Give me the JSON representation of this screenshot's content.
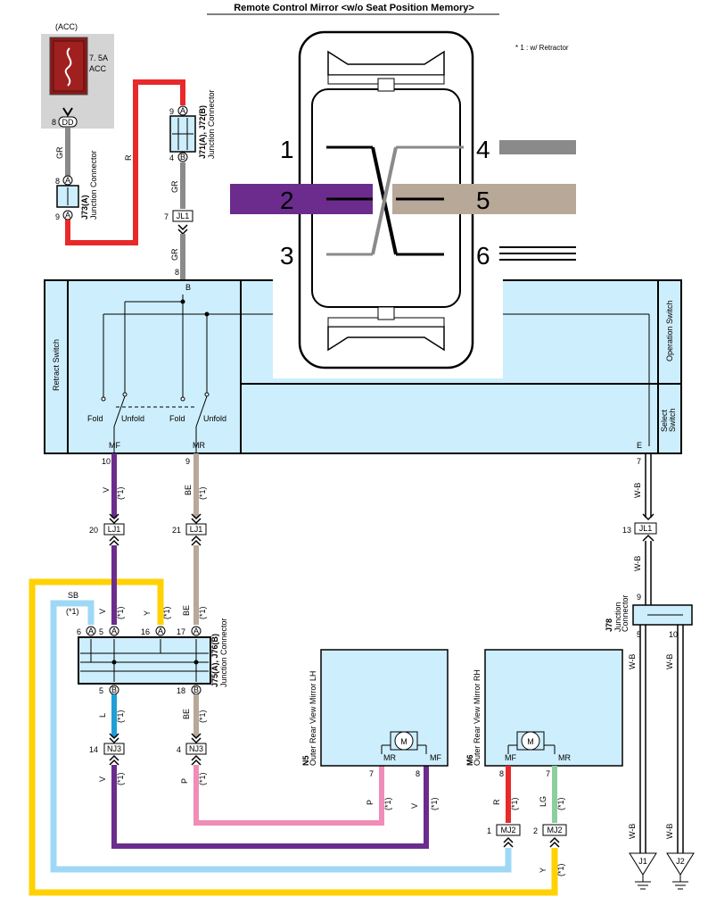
{
  "title": "Remote Control Mirror <w/o Seat Position Memory>",
  "fuse": {
    "acc_label": "(ACC)",
    "rating": "7. 5A",
    "name": "ACC",
    "pin": "8",
    "connector": "DD"
  },
  "footnote": "* 1 : w/ Retractor",
  "switch_pins": [
    "1",
    "2",
    "3",
    "4",
    "5",
    "6"
  ],
  "wire_colors": {
    "GR": "#8a8a8a",
    "R": "#e8292a",
    "V": "#6b2c8e",
    "BE": "#b8a898",
    "Y": "#ffd200",
    "SB": "#9ed8f5",
    "L": "#1f9fd8",
    "P": "#f08cb8",
    "LG": "#8ccf9e",
    "W_B": "#000000",
    "switch_bg": "#cdeefc",
    "purple_band": "#6b2c8e",
    "beige_band": "#b8a898",
    "gray_band": "#8a8a8a"
  },
  "junctions": {
    "j73": {
      "name": "J73(A)",
      "desc": "Junction Connector",
      "pin_top": "8",
      "pin_bot": "9",
      "letter": "A"
    },
    "j71": {
      "name": "J71(A), J72(B)",
      "desc": "Junction Connector",
      "pin_top": "9",
      "pin_bot": "4",
      "letter_top": "A",
      "letter_bot": "B"
    },
    "j75": {
      "name": "J75(A), J76(B)",
      "desc": "Junction Connector"
    },
    "j78": {
      "name": "J78",
      "desc": "Junction Connector",
      "pins": [
        "9",
        "5",
        "10"
      ]
    }
  },
  "connectors": {
    "jl1_top": {
      "label": "JL1",
      "pin": "7"
    },
    "lj1_left": {
      "label": "LJ1",
      "pin": "20"
    },
    "lj1_right": {
      "label": "LJ1",
      "pin": "21"
    },
    "jl1_right": {
      "label": "JL1",
      "pin": "13"
    },
    "nj3_left": {
      "label": "NJ3",
      "pin": "14"
    },
    "nj3_right": {
      "label": "NJ3",
      "pin": "4"
    },
    "mj2_left": {
      "label": "MJ2",
      "pin": "1"
    },
    "mj2_right": {
      "label": "MJ2",
      "pin": "2"
    },
    "j1": {
      "label": "J1"
    },
    "j2": {
      "label": "J2"
    }
  },
  "switch_box": {
    "retract_label": "Retract Switch",
    "operation_label": "Operation Switch",
    "select_label": "Select Switch",
    "fold1": "Fold",
    "unfold1": "Unfold",
    "fold2": "Fold",
    "unfold2": "Unfold",
    "mf": "MF",
    "mr": "MR",
    "b": "B",
    "e": "E",
    "pin_b": "8",
    "pin_mf": "10",
    "pin_mr": "9",
    "pin_e": "7"
  },
  "wire_labels": {
    "gr1": "GR",
    "r": "R",
    "gr2": "GR",
    "gr3": "GR",
    "v1": "V",
    "be1": "BE",
    "wb1": "W-B",
    "wb2": "W-B",
    "sb": "SB",
    "v2": "V",
    "y1": "Y",
    "be2": "BE",
    "l": "L",
    "be3": "BE",
    "v3": "V",
    "p1": "P",
    "p2": "P",
    "v4": "V",
    "r2": "R",
    "lg": "LG",
    "y2": "Y",
    "wb3": "W-B",
    "wb4": "W-B",
    "wb5": "W-B",
    "wb6": "W-B",
    "star": "(*1)"
  },
  "j75_pins": {
    "p6": "6",
    "p5": "5",
    "p16": "16",
    "p17": "17",
    "a": "A",
    "b": "B",
    "p5b": "5",
    "p18": "18"
  },
  "mirrors": {
    "lh": {
      "id": "N5",
      "name": "Outer Rear View Mirror LH",
      "pin_l": "7",
      "pin_r": "8",
      "mr": "MR",
      "mf": "MF",
      "motor": "M"
    },
    "rh": {
      "id": "M6",
      "name": "Outer Rear View Mirror RH",
      "pin_l": "8",
      "pin_r": "7",
      "mf": "MF",
      "mr": "MR",
      "motor": "M"
    }
  }
}
